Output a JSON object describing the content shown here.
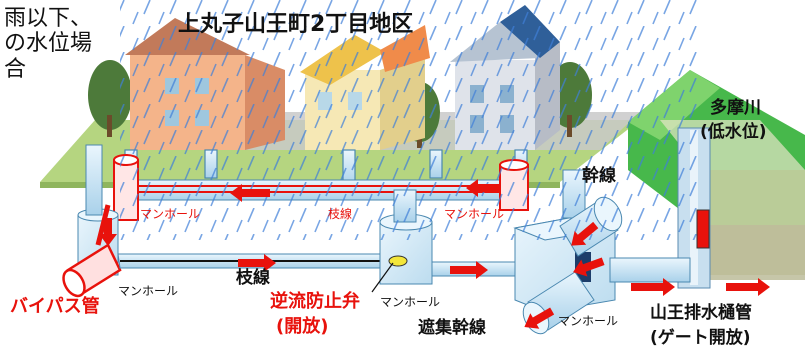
{
  "note_text": "雨以下、の水位場合",
  "district_title": "上丸子山王町2丁目地区",
  "river_label": "多摩川",
  "river_level": "(低水位)",
  "main_line": "幹線",
  "manhole": "マンホール",
  "branch_line": "枝線",
  "bypass_pipe": "バイパス管",
  "check_valve": "逆流防止弁",
  "check_valve_state": "(開放)",
  "interceptor": "遮集幹線",
  "sluice_name": "山王排水樋管",
  "sluice_state": "(ゲート開放)",
  "colors": {
    "flow_arrow": "#e8120c",
    "pipe": "#c9e6f6",
    "pipe_edge": "#4a88b0",
    "grass": "#9cc46a",
    "river_bank": "#46b84a"
  }
}
